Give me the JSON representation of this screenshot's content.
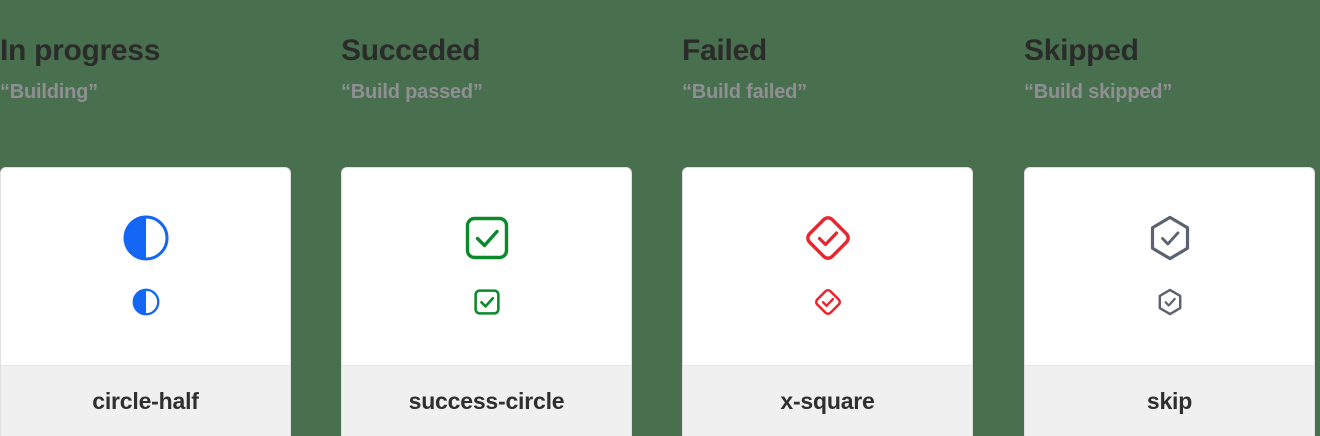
{
  "theme": {
    "background": "#49704e",
    "card_background": "#ffffff",
    "card_footer_background": "#f0f0f0",
    "card_border": "#e0e0e0",
    "title_color": "#2b2b2b",
    "quote_color": "#8f8f94",
    "footer_label_color": "#2f2f2f"
  },
  "columns": [
    {
      "title": "In progress",
      "quote": "“Building”",
      "icon_name": "circle-half-icon",
      "icon_color": "#1466f5",
      "footer_label": "circle-half"
    },
    {
      "title": "Succeded",
      "quote": "“Build passed”",
      "icon_name": "success-circle-icon",
      "icon_color": "#0a8a2a",
      "footer_label": "success-circle"
    },
    {
      "title": "Failed",
      "quote": "“Build failed”",
      "icon_name": "x-square-icon",
      "icon_color": "#e8262d",
      "footer_label": "x-square"
    },
    {
      "title": "Skipped",
      "quote": "“Build skipped”",
      "icon_name": "skip-icon",
      "icon_color": "#5c6370",
      "footer_label": "skip"
    }
  ]
}
